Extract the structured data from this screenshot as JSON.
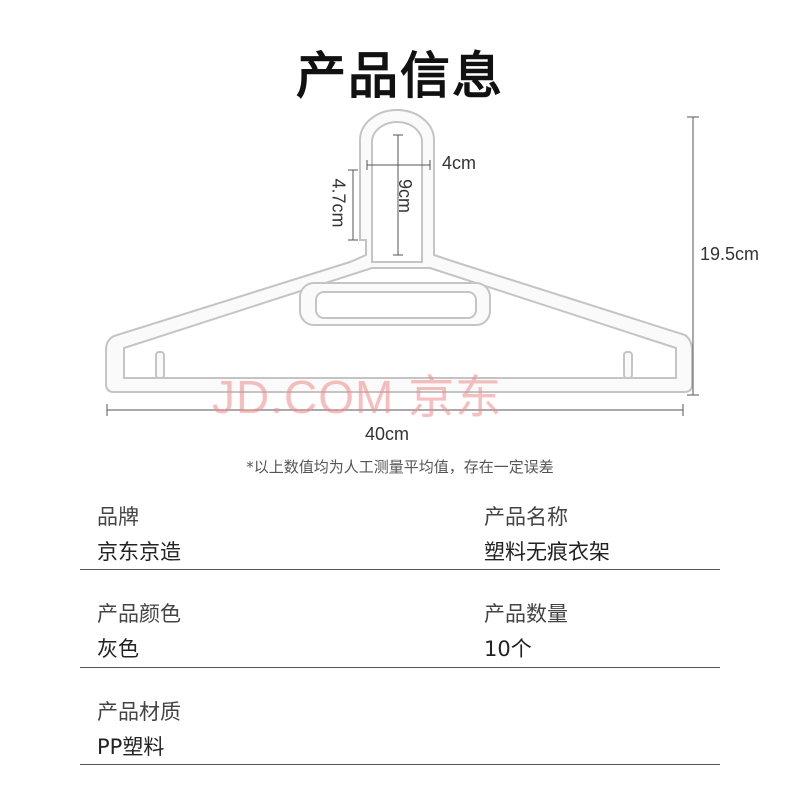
{
  "title": "产品信息",
  "dimensions": {
    "height": "19.5cm",
    "width": "40cm",
    "hook_width": "4cm",
    "hook_height": "9cm",
    "hook_gap": "4.7cm"
  },
  "watermark": "JD.COM 京东",
  "note": "*以上数值均为人工测量平均值，存在一定误差",
  "specs": [
    {
      "label": "品牌",
      "value": "京东京造"
    },
    {
      "label": "产品名称",
      "value": "塑料无痕衣架"
    },
    {
      "label": "产品颜色",
      "value": "灰色"
    },
    {
      "label": "产品数量",
      "value": "10个"
    },
    {
      "label": "产品材质",
      "value": "PP塑料"
    }
  ]
}
